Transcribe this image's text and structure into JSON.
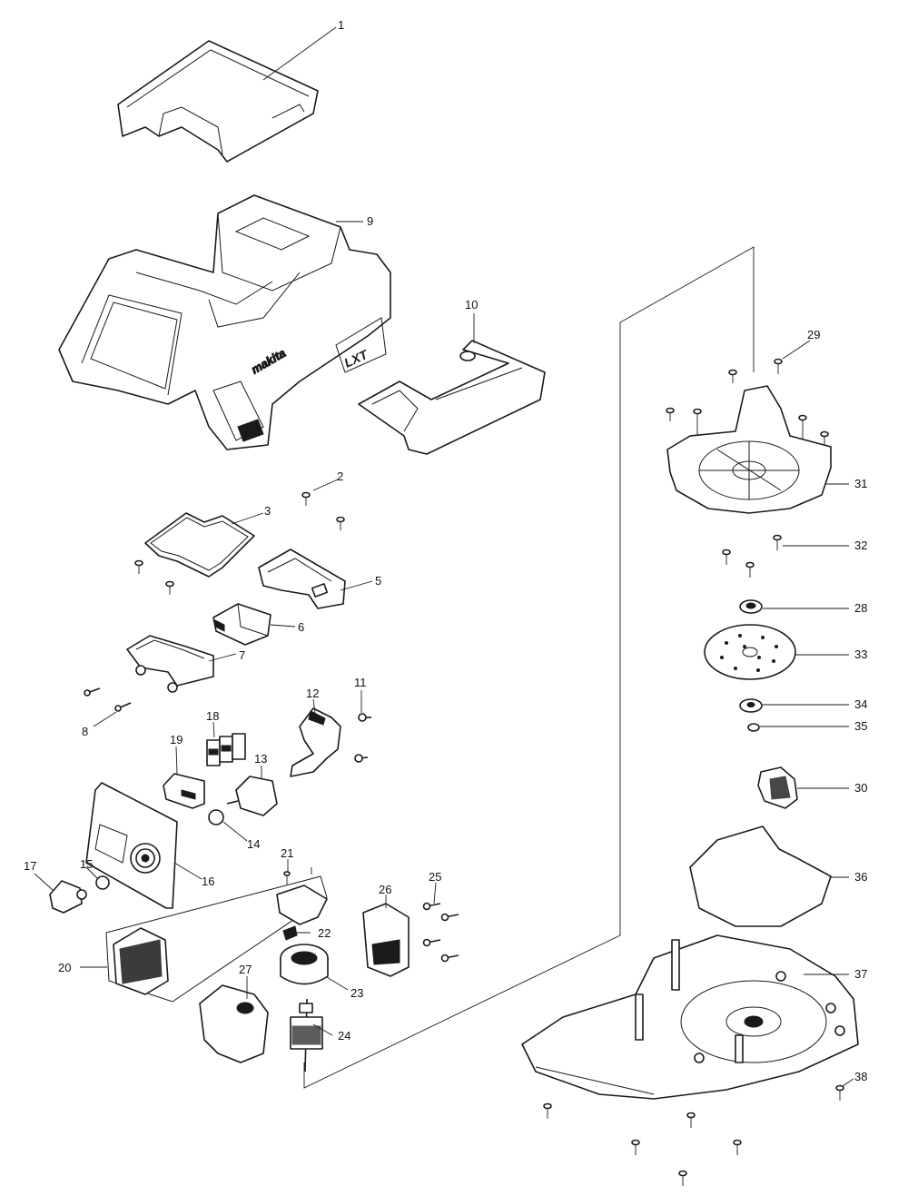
{
  "callouts": [
    "1",
    "2",
    "3",
    "5",
    "6",
    "7",
    "8",
    "9",
    "10",
    "11",
    "12",
    "13",
    "14",
    "15",
    "16",
    "17",
    "18",
    "19",
    "20",
    "21",
    "22",
    "23",
    "24",
    "25",
    "26",
    "27",
    "28",
    "29",
    "30",
    "31",
    "32",
    "33",
    "34",
    "35",
    "36",
    "37",
    "38"
  ],
  "logo_text": "makita",
  "badge_text": "LXT"
}
